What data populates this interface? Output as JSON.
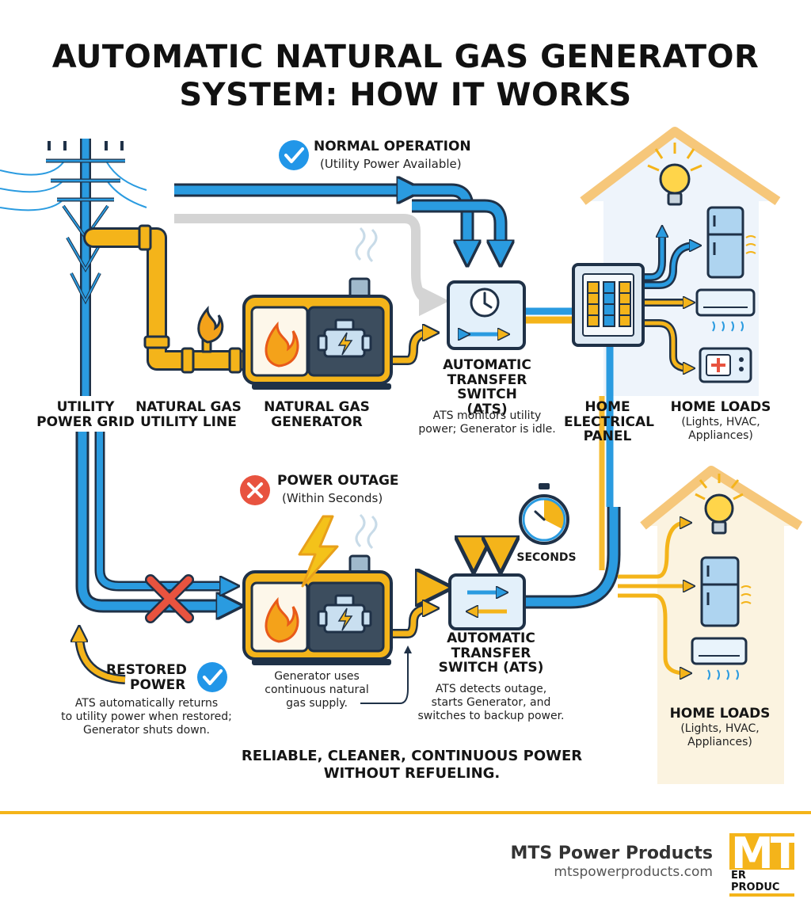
{
  "title": {
    "line1": "AUTOMATIC NATURAL GAS GENERATOR",
    "line2": "SYSTEM: HOW IT WORKS"
  },
  "normal": {
    "heading": "NORMAL OPERATION",
    "sub": "(Utility Power Available)"
  },
  "outage": {
    "heading": "POWER OUTAGE",
    "sub": "(Within Seconds)"
  },
  "labels": {
    "grid": [
      "UTILITY",
      "POWER GRID"
    ],
    "gas": [
      "NATURAL GAS",
      "UTILITY LINE"
    ],
    "generator": [
      "NATURAL GAS",
      "GENERATOR"
    ],
    "ats_top": [
      "AUTOMATIC",
      "TRANSFER SWITCH",
      "(ATS)"
    ],
    "ats_top_note": [
      "ATS monitors utility",
      "power; Generator is idle."
    ],
    "panel": [
      "HOME",
      "ELECTRICAL",
      "PANEL"
    ],
    "loads_top": [
      "HOME LOADS"
    ],
    "loads_top_sub": [
      "(Lights, HVAC,",
      "Appliances)"
    ],
    "seconds": "SECONDS",
    "ats_bottom": [
      "AUTOMATIC",
      "TRANSFER",
      "SWITCH (ATS)"
    ],
    "ats_bottom_note": [
      "ATS detects outage,",
      "starts Generator, and",
      "switches to backup power."
    ],
    "gen_note": [
      "Generator uses",
      "continuous natural",
      "gas supply."
    ],
    "restored": [
      "RESTORED",
      "POWER"
    ],
    "restored_note": [
      "ATS automatically returns",
      "to utility power when restored;",
      "Generator shuts down."
    ],
    "loads_bottom": [
      "HOME LOADS"
    ],
    "loads_bottom_sub": [
      "(Lights, HVAC,",
      "Appliances)"
    ]
  },
  "tagline": [
    "RELIABLE, CLEANER, CONTINUOUS POWER",
    "WITHOUT REFUELING."
  ],
  "footer": {
    "company": "MTS Power Products",
    "url": "mtspowerproducts.com",
    "logo_top": "MTS",
    "logo_bottom": "ER PRODUC"
  },
  "colors": {
    "blue": "#2a9be0",
    "yellow": "#f4b41a",
    "gray": "#cfcfcf",
    "navy": "#1f3147",
    "red": "#e8533f",
    "check": "#2196e8",
    "house_top": "#eef4fb",
    "house_bottom": "#fbf3e0"
  },
  "icons": [
    "check-icon",
    "x-icon",
    "lightning-icon",
    "flame-icon",
    "engine-icon",
    "clock-icon",
    "stopwatch-icon",
    "lightbulb-icon",
    "fridge-icon",
    "ac-icon",
    "appliance-icon",
    "breaker-panel-icon",
    "utility-pole-icon",
    "house-icon"
  ]
}
